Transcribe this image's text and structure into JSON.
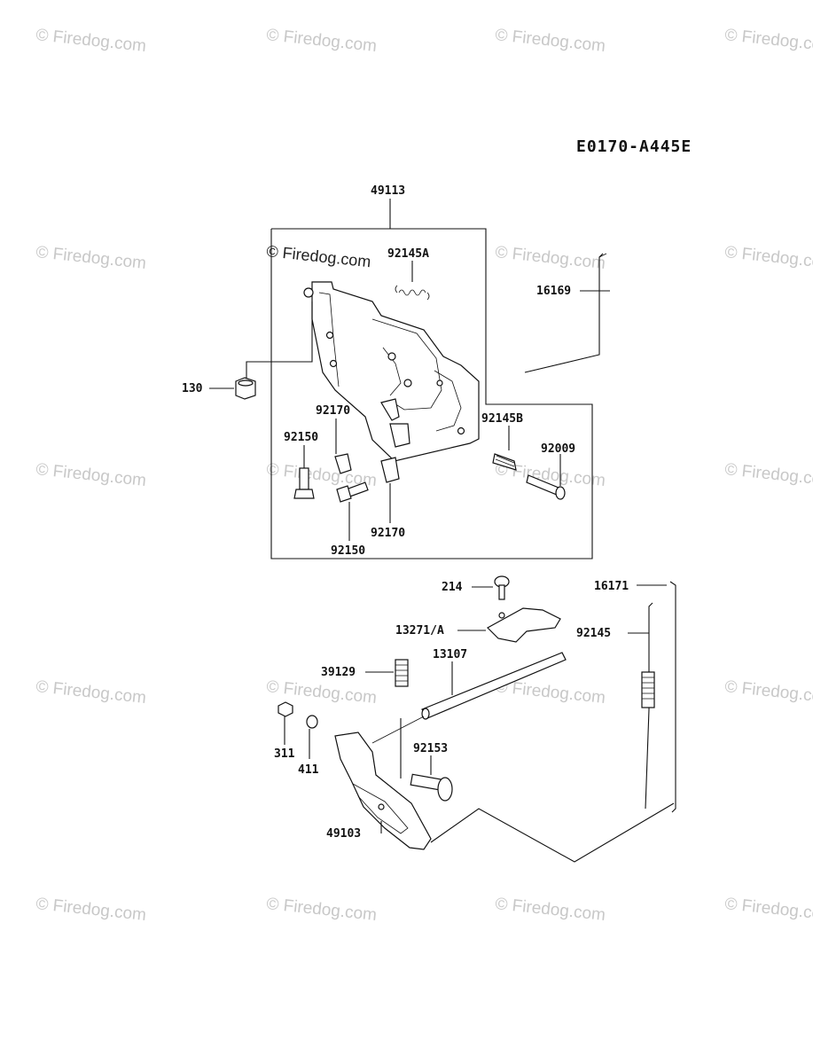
{
  "diagram_code": "E0170-A445E",
  "watermark_text": "© Firedog.com",
  "watermark_inline": "© Firedog.com",
  "colors": {
    "ink": "#111111",
    "watermark": "#c8c8c8",
    "background": "#ffffff"
  },
  "parts": {
    "p49113": "49113",
    "p92145A": "92145A",
    "p16169": "16169",
    "p130": "130",
    "p92170a": "92170",
    "p92145B": "92145B",
    "p92150a": "92150",
    "p92009": "92009",
    "p92170b": "92170",
    "p92150b": "92150",
    "p214": "214",
    "p16171": "16171",
    "p13271A": "13271/A",
    "p92145": "92145",
    "p13107": "13107",
    "p39129": "39129",
    "p92153": "92153",
    "p311": "311",
    "p411": "411",
    "p49103": "49103"
  }
}
